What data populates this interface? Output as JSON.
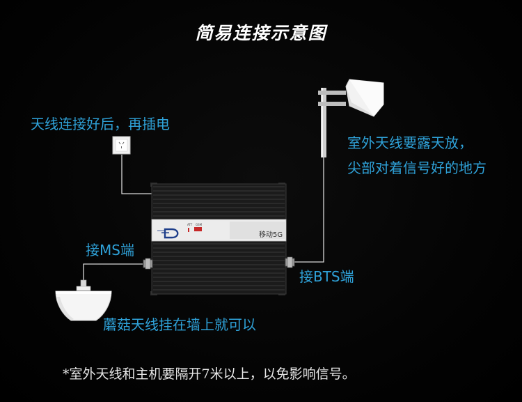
{
  "title": "简易连接示意图",
  "labels": {
    "plug_note": "天线连接好后，再插电",
    "outdoor_line1": "室外天线要露天放，",
    "outdoor_line2": "尖部对着信号好的地方",
    "ms_port": "接MS端",
    "bts_port": "接BTS端",
    "indoor_antenna": "蘑菇天线挂在墙上就可以"
  },
  "device": {
    "panel_label": "移动5G",
    "indicator_1": "ATT",
    "indicator_2": "GSM"
  },
  "footnote": "*室外天线和主机要隔开7米以上，以免影响信号。",
  "colors": {
    "label": "#2fa2d9",
    "title": "#ffffff",
    "background": "#050505"
  },
  "icons": {
    "socket": "wall-socket-icon",
    "outdoor_antenna": "yagi-panel-antenna-icon",
    "indoor_antenna": "ceiling-mushroom-antenna-icon",
    "device": "signal-repeater-icon"
  }
}
